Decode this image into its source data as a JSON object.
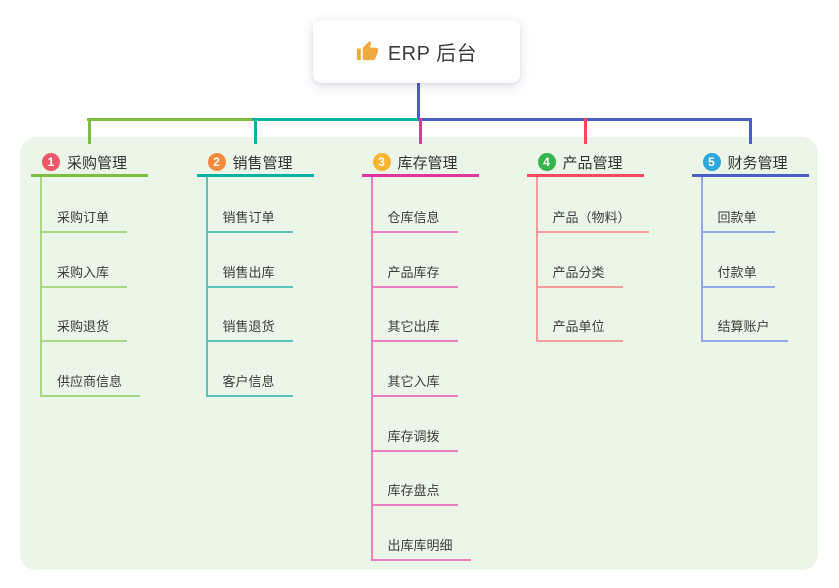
{
  "root": {
    "title": "ERP 后台",
    "icon": "thumbs-up-icon",
    "icon_color": "#f0a93c"
  },
  "panel_color": "#ecf6e8",
  "connectors": {
    "root_line_color": "#4a5fc4",
    "bus_segment_colors": [
      "#7cbd43",
      "#0ab2a4",
      "#4a5fc4"
    ]
  },
  "branches": [
    {
      "badge": "1",
      "label": "采购管理",
      "badge_color": "#ee5767",
      "line_color": "#7cbd43",
      "child_line_color": "#a9d586",
      "items": [
        "采购订单",
        "采购入库",
        "采购退货",
        "供应商信息"
      ]
    },
    {
      "badge": "2",
      "label": "销售管理",
      "badge_color": "#f68a3b",
      "line_color": "#0ab2a4",
      "child_line_color": "#5ac4b9",
      "items": [
        "销售订单",
        "销售出库",
        "销售退货",
        "客户信息"
      ]
    },
    {
      "badge": "3",
      "label": "库存管理",
      "badge_color": "#f7b42e",
      "line_color": "#de369e",
      "child_line_color": "#ee7ec1",
      "items": [
        "仓库信息",
        "产品库存",
        "其它出库",
        "其它入库",
        "库存调拨",
        "库存盘点",
        "出库库明细"
      ]
    },
    {
      "badge": "4",
      "label": "产品管理",
      "badge_color": "#35b44e",
      "line_color": "#f4485e",
      "child_line_color": "#f49c9c",
      "items": [
        "产品（物料）",
        "产品分类",
        "产品单位"
      ]
    },
    {
      "badge": "5",
      "label": "财务管理",
      "badge_color": "#2ca8dc",
      "line_color": "#4a5fc4",
      "child_line_color": "#93a7e3",
      "items": [
        "回款单",
        "付款单",
        "结算账户"
      ]
    }
  ]
}
